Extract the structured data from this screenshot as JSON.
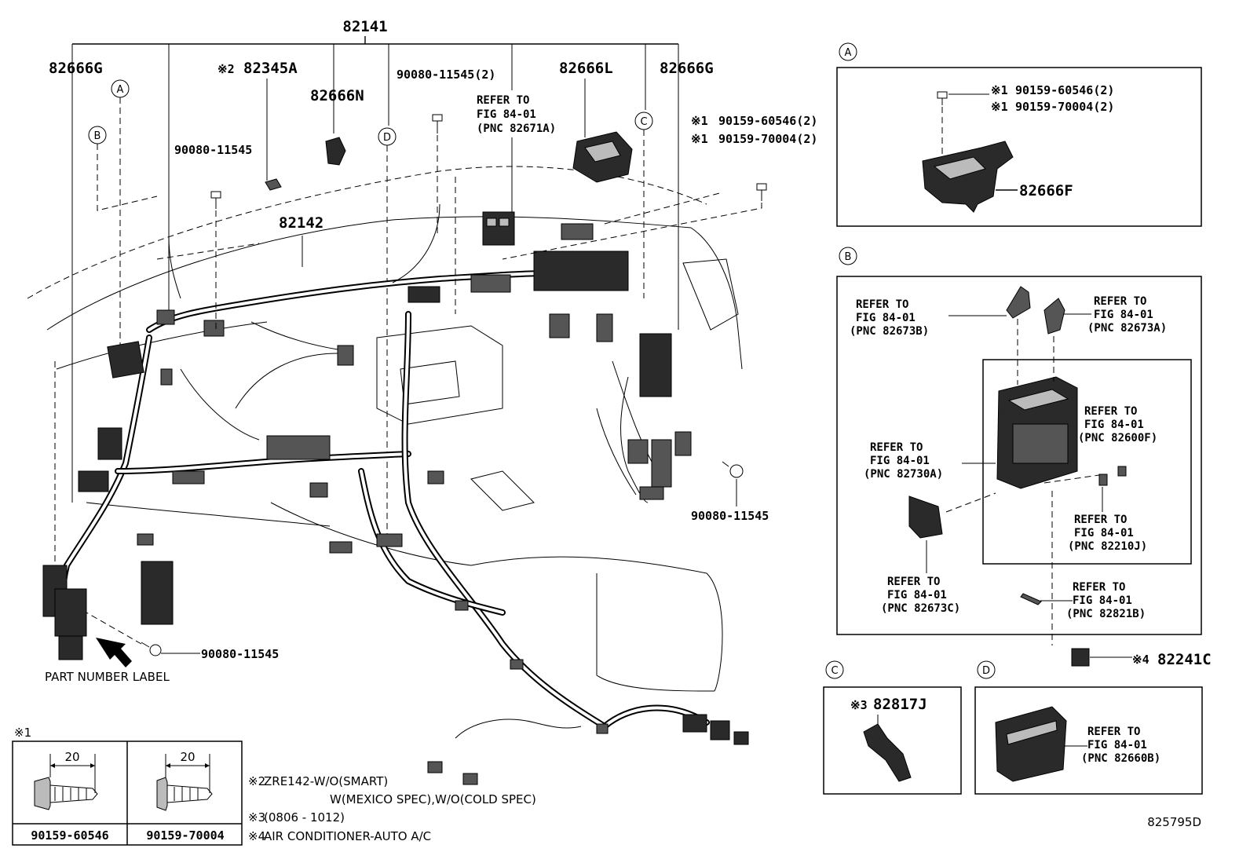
{
  "main_parts": {
    "assembly": "82141",
    "harness": "82142",
    "left_top_g": "82666G",
    "right_top_g": "82666G",
    "relay_a": "82345A",
    "relay_a_mark": "※2",
    "relay_n": "82666N",
    "relay_l": "82666L"
  },
  "callouts": {
    "a": "A",
    "b": "B",
    "c": "C",
    "d": "D"
  },
  "bolts": {
    "bolt_top_left": "90080-11545",
    "bolt_top_mid": "90080-11545(2)",
    "bolt_right": "90080-11545",
    "bolt_bottom": "90080-11545",
    "screw_right_1": "90159-60546(2)",
    "screw_right_1_mark": "※1",
    "screw_right_2": "90159-70004(2)",
    "screw_right_2_mark": "※1"
  },
  "refer_top": {
    "line1": "REFER TO",
    "line2": "FIG 84-01",
    "line3": "(PNC 82671A)"
  },
  "part_label": "PART NUMBER LABEL",
  "detail_a": {
    "screw1_mark": "※1",
    "screw1": "90159-60546(2)",
    "screw2_mark": "※1",
    "screw2": "90159-70004(2)",
    "part": "82666F"
  },
  "detail_b": {
    "ref_673b": [
      "REFER TO",
      "FIG 84-01",
      "(PNC 82673B)"
    ],
    "ref_673a": [
      "REFER TO",
      "FIG 84-01",
      "(PNC 82673A)"
    ],
    "ref_600f": [
      "REFER TO",
      "FIG 84-01",
      "(PNC 82600F)"
    ],
    "ref_730a": [
      "REFER TO",
      "FIG 84-01",
      "(PNC 82730A)"
    ],
    "ref_210j": [
      "REFER TO",
      "FIG 84-01",
      "(PNC 82210J)"
    ],
    "ref_673c": [
      "REFER TO",
      "FIG 84-01",
      "(PNC 82673C)"
    ],
    "ref_821b": [
      "REFER TO",
      "FIG 84-01",
      "(PNC 82821B)"
    ],
    "relay_mark": "※4",
    "relay": "82241C"
  },
  "detail_c": {
    "mark": "※3",
    "part": "82817J"
  },
  "detail_d": {
    "ref": [
      "REFER TO",
      "FIG 84-01",
      "(PNC 82660B)"
    ]
  },
  "footnote_table": {
    "mark": "※1",
    "dim_left": "20",
    "dim_right": "20",
    "pn_left": "90159-60546",
    "pn_right": "90159-70004"
  },
  "notes": {
    "n2_mark": "※2",
    "n2_line1": "ZRE142-W/O(SMART)",
    "n2_line2": "W(MEXICO SPEC),W/O(COLD SPEC)",
    "n3_mark": "※3",
    "n3": "(0806 - 1012)",
    "n4_mark": "※4",
    "n4": "AIR CONDITIONER-AUTO A/C"
  },
  "figure_id": "825795D"
}
